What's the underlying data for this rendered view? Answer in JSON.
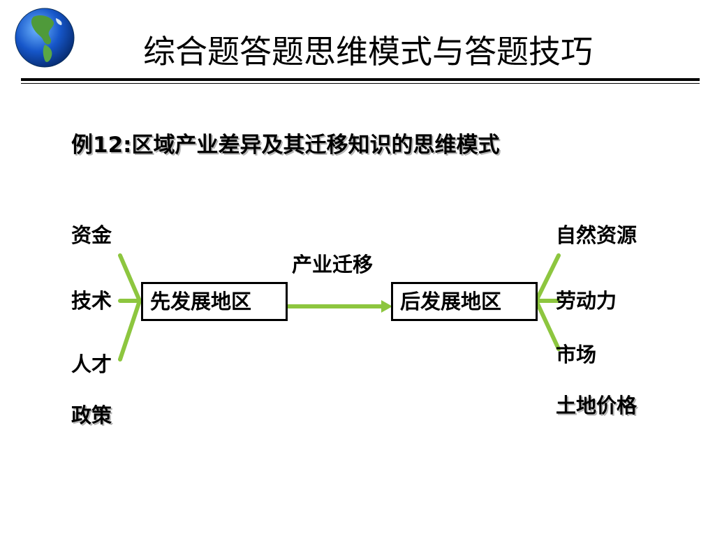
{
  "title": "综合题答题思维模式与答题技巧",
  "subtitle": "例12:区域产业差异及其迁移知识的思维模式",
  "left_factors": [
    "资金",
    "技术",
    "人才",
    "政策"
  ],
  "right_factors": [
    "自然资源",
    "劳动力",
    "市场",
    "土地价格"
  ],
  "source_region": "先发展地区",
  "target_region": "后发展地区",
  "arrow_label": "产业迁移",
  "colors": {
    "connector": "#8dc63f",
    "text": "#000000",
    "shadow": "#b5b5b5"
  }
}
